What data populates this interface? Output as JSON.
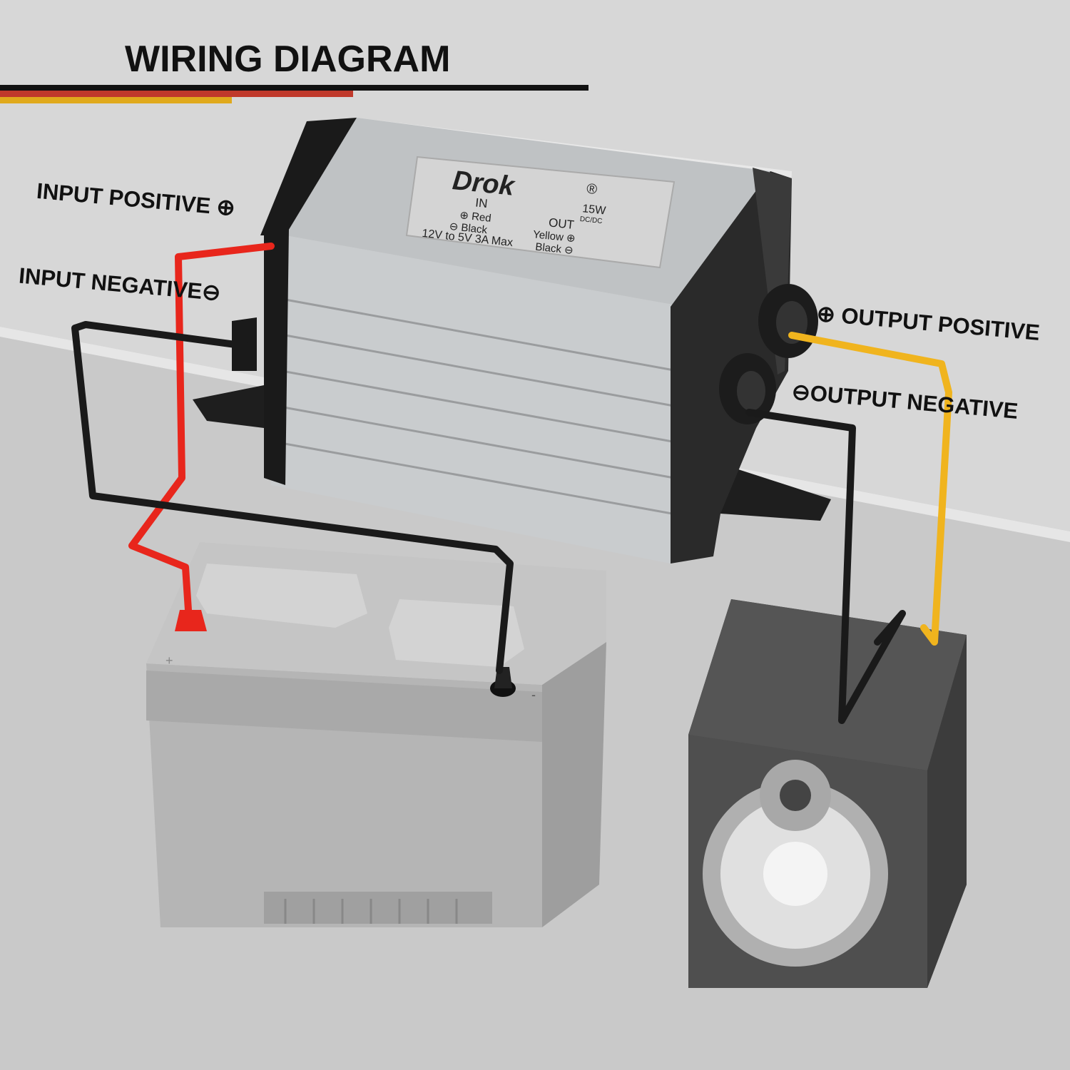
{
  "title": "WIRING DIAGRAM",
  "labels": {
    "input_positive": "INPUT POSITIVE",
    "input_negative": "INPUT NEGATIVE",
    "output_positive": "OUTPUT POSITIVE",
    "output_negative": "OUTPUT NEGATIVE"
  },
  "device_plate": {
    "brand": "Drok",
    "registered": "®",
    "power": "15W",
    "type": "DC/DC",
    "in_heading": "IN",
    "in_pos": "Red",
    "in_neg": "Black",
    "out_heading": "OUT",
    "out_pos": "Yellow",
    "out_neg": "Black",
    "spec": "12V to 5V 3A Max"
  },
  "battery_marks": {
    "pos": "+",
    "neg": "-"
  },
  "colors": {
    "red_wire": "#e8261c",
    "black_wire": "#1a1a1a",
    "yellow_wire": "#f0b41e",
    "accent_red": "#c0392b",
    "accent_yellow": "#e0a91c"
  }
}
